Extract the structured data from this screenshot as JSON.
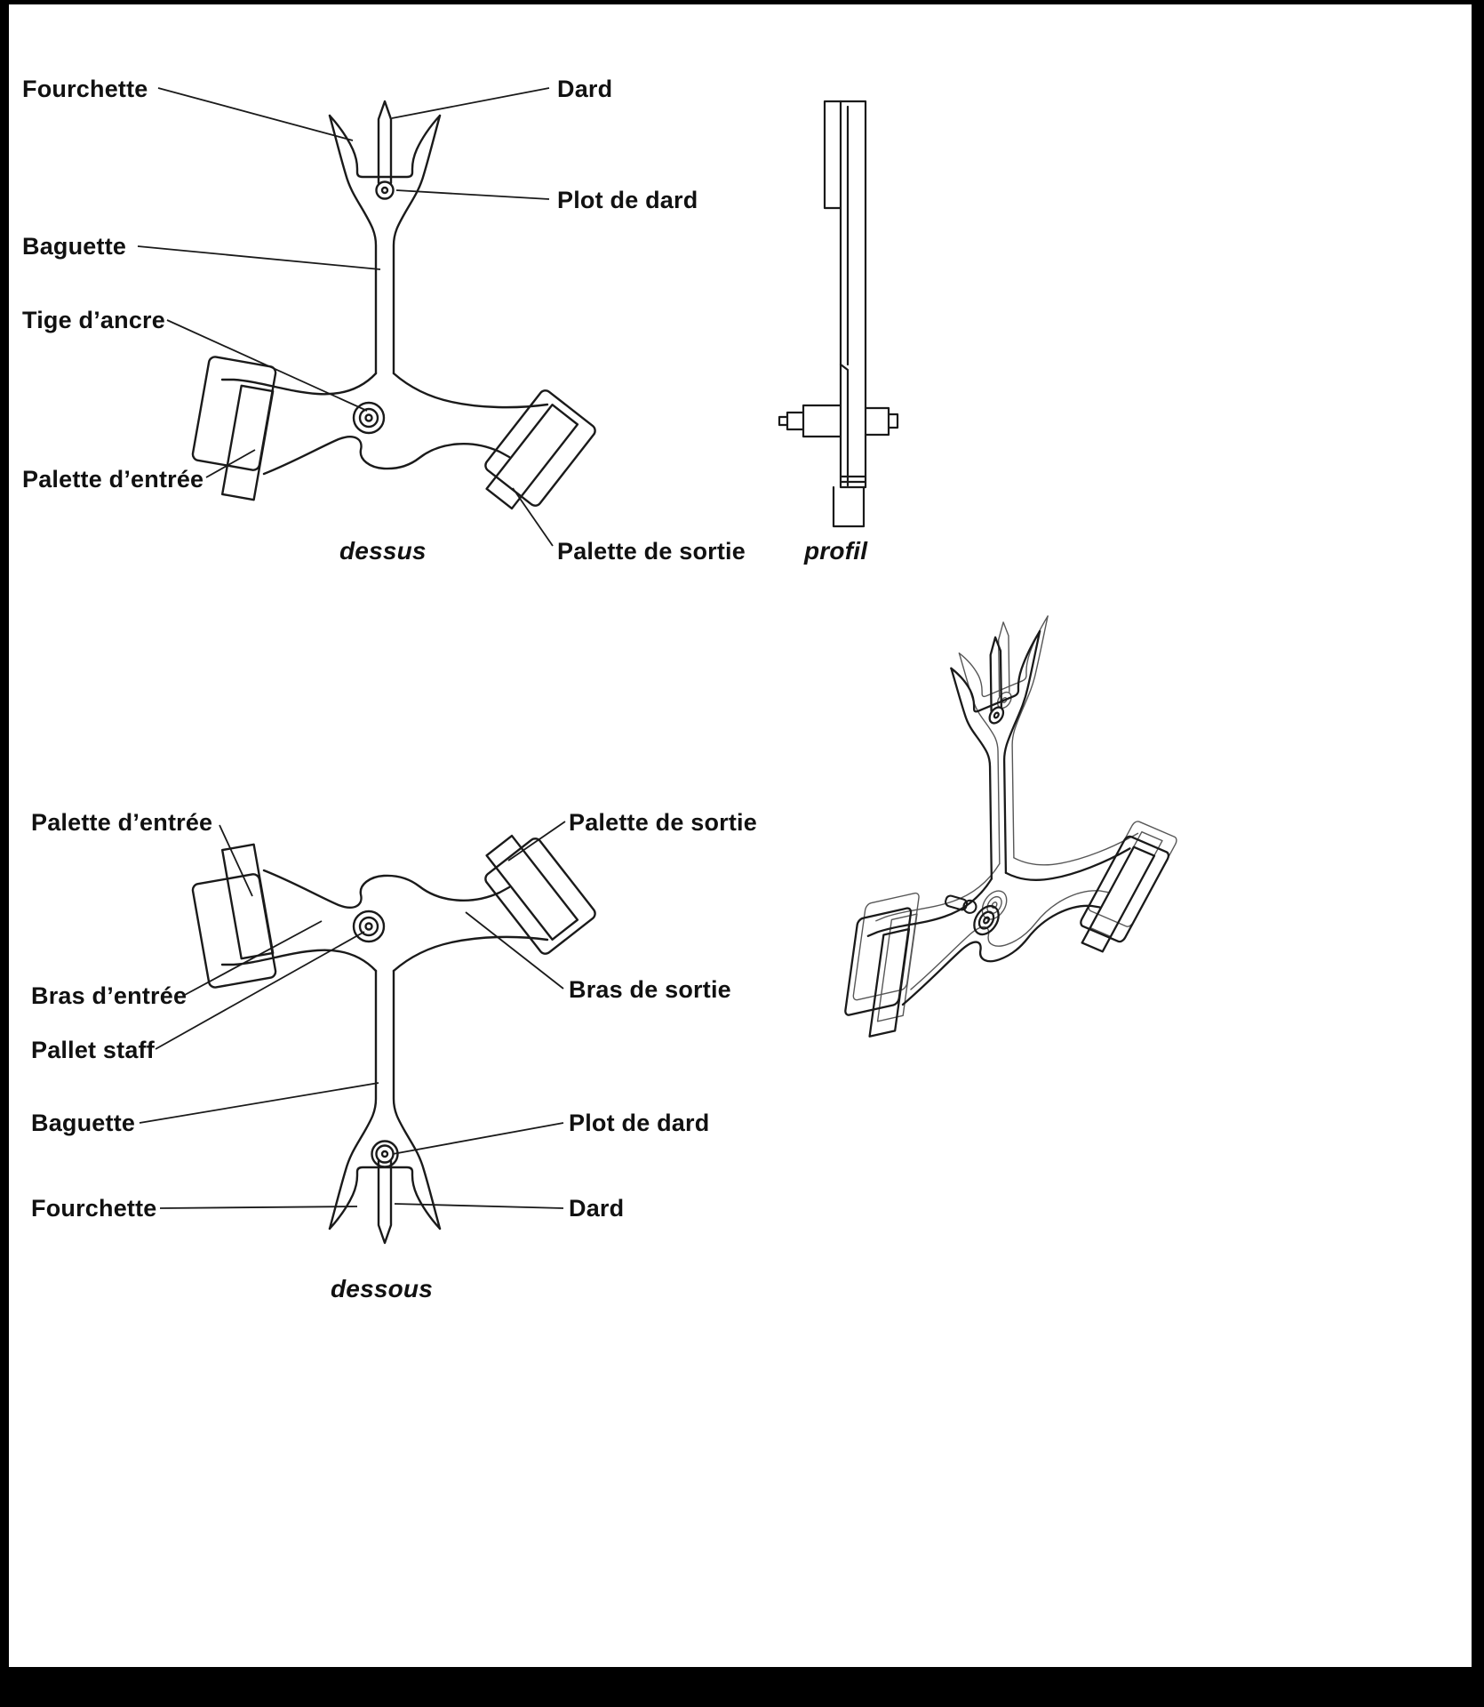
{
  "figure": {
    "subject": "pallet-fork-diagram"
  },
  "colors": {
    "ink": "#1a1a1a",
    "background": "#ffffff",
    "frame": "#000000"
  },
  "top_view": {
    "caption": "dessus",
    "labels": {
      "fourchette": "Fourchette",
      "dard": "Dard",
      "plot_de_dard": "Plot de dard",
      "baguette": "Baguette",
      "tige_dancre": "Tige d’ancre",
      "palette_entree": "Palette d’entrée",
      "palette_sortie": "Palette de sortie"
    }
  },
  "profile_view": {
    "caption": "profil"
  },
  "bottom_view": {
    "caption": "dessous",
    "labels": {
      "palette_entree": "Palette d’entrée",
      "palette_sortie": "Palette de sortie",
      "bras_entree": "Bras d’entrée",
      "pallet_staff": "Pallet staff",
      "bras_sortie": "Bras de sortie",
      "baguette": "Baguette",
      "plot_de_dard": "Plot de dard",
      "fourchette": "Fourchette",
      "dard": "Dard"
    }
  }
}
